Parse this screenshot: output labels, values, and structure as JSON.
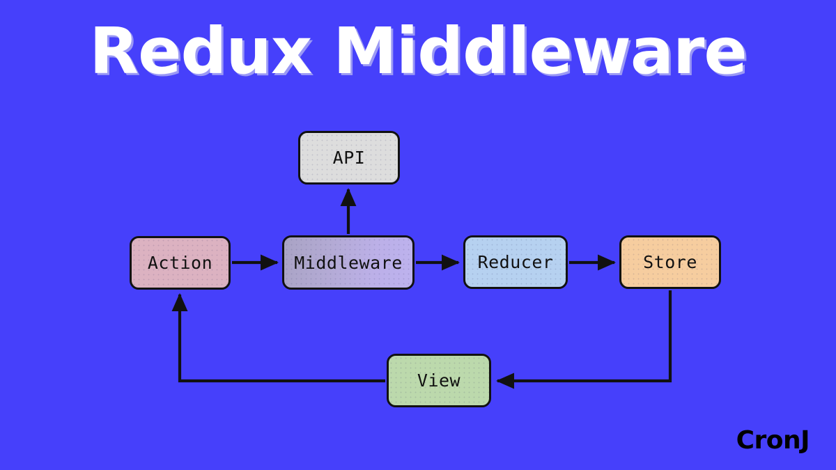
{
  "title": "Redux Middleware",
  "brand": "CronJ",
  "colors": {
    "background": "#4640fb",
    "title_text": "#ffffff",
    "stroke": "#111111",
    "api": "#dddddd",
    "action": "#dcb2c1",
    "middleware_from": "#a9a3c4",
    "middleware_to": "#bdb2ee",
    "reducer": "#b6d1f0",
    "store": "#f6cd9f",
    "view": "#bcd9ac",
    "brand_text": "#000000"
  },
  "diagram": {
    "type": "flowchart",
    "nodes": [
      {
        "id": "api",
        "label": "API"
      },
      {
        "id": "action",
        "label": "Action"
      },
      {
        "id": "middleware",
        "label": "Middleware"
      },
      {
        "id": "reducer",
        "label": "Reducer"
      },
      {
        "id": "store",
        "label": "Store"
      },
      {
        "id": "view",
        "label": "View"
      }
    ],
    "edges": [
      {
        "from": "action",
        "to": "middleware",
        "label": "",
        "style": "straight-right"
      },
      {
        "from": "middleware",
        "to": "api",
        "label": "",
        "style": "straight-up"
      },
      {
        "from": "middleware",
        "to": "reducer",
        "label": "",
        "style": "straight-right"
      },
      {
        "from": "reducer",
        "to": "store",
        "label": "",
        "style": "straight-right"
      },
      {
        "from": "store",
        "to": "view",
        "label": "",
        "style": "elbow-down-left"
      },
      {
        "from": "view",
        "to": "action",
        "label": "",
        "style": "elbow-left-up"
      }
    ]
  }
}
